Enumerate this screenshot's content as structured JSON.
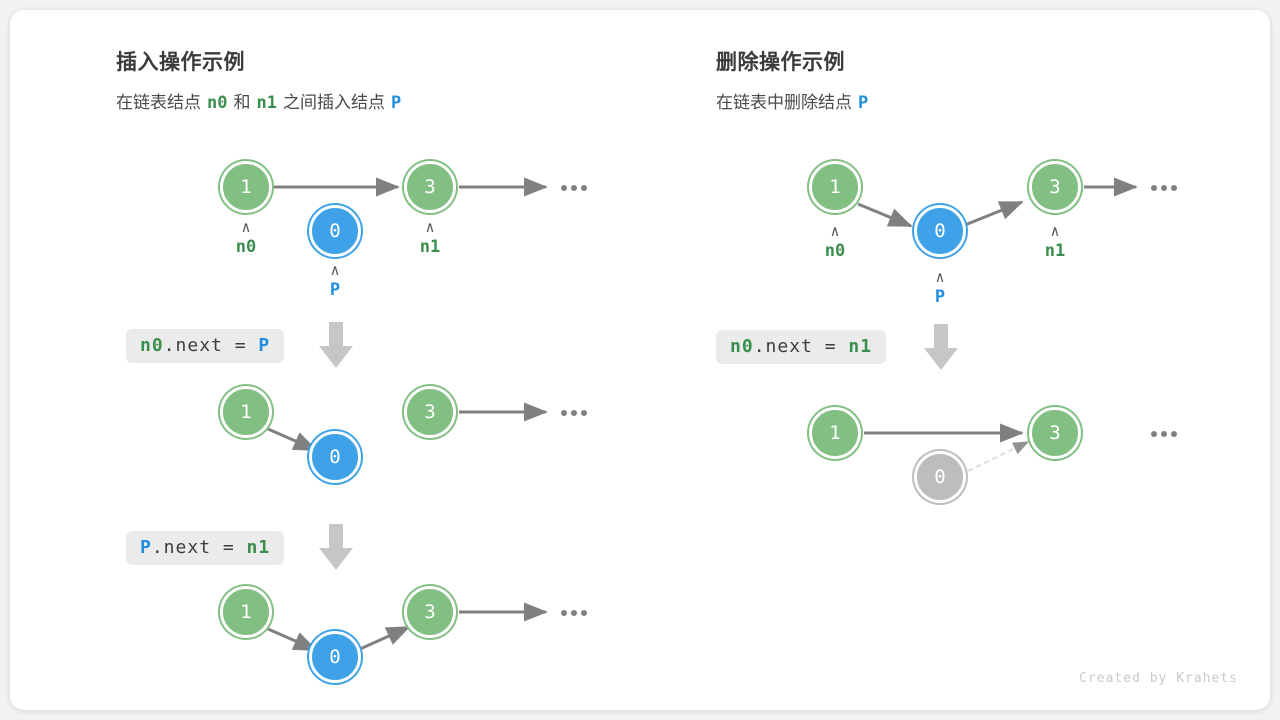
{
  "canvas": {
    "background": "#f2f2f2",
    "card_background": "#ffffff"
  },
  "colors": {
    "green": "#82bf82",
    "green_text": "#3a8f4e",
    "blue": "#3fa2e8",
    "blue_text": "#1f8fdd",
    "gray_node": "#bdbdbd",
    "arrow": "#808080",
    "badge_bg": "#ebebeb",
    "down_arrow": "#c6c6c6"
  },
  "left_panel": {
    "title": "插入操作示例",
    "subtitle_parts": {
      "a": "在链表结点",
      "n0": "n0",
      "b": "和",
      "n1": "n1",
      "c": "之间插入结点",
      "p": "P"
    },
    "steps": [
      {
        "code_parts": {
          "var1": "n0",
          "mid": ".next = ",
          "var2": "P"
        }
      },
      {
        "code_parts": {
          "var1": "P",
          "mid": ".next = ",
          "var2": "n1"
        }
      }
    ],
    "rows": [
      {
        "nodes": [
          {
            "value": "1",
            "style": "green",
            "label": "n0",
            "label_color": "green"
          },
          {
            "value": "0",
            "style": "blue",
            "label": "P",
            "label_color": "blue"
          },
          {
            "value": "3",
            "style": "green",
            "label": "n1",
            "label_color": "green"
          }
        ],
        "ellipsis": "•••"
      },
      {
        "nodes": [
          {
            "value": "1",
            "style": "green"
          },
          {
            "value": "0",
            "style": "blue"
          },
          {
            "value": "3",
            "style": "green"
          }
        ],
        "ellipsis": "•••"
      },
      {
        "nodes": [
          {
            "value": "1",
            "style": "green"
          },
          {
            "value": "0",
            "style": "blue"
          },
          {
            "value": "3",
            "style": "green"
          }
        ],
        "ellipsis": "•••"
      }
    ]
  },
  "right_panel": {
    "title": "删除操作示例",
    "subtitle_parts": {
      "a": "在链表中删除结点",
      "p": "P"
    },
    "steps": [
      {
        "code_parts": {
          "var1": "n0",
          "mid": ".next = ",
          "var2": "n1"
        }
      }
    ],
    "rows": [
      {
        "nodes": [
          {
            "value": "1",
            "style": "green",
            "label": "n0",
            "label_color": "green"
          },
          {
            "value": "0",
            "style": "blue",
            "label": "P",
            "label_color": "blue"
          },
          {
            "value": "3",
            "style": "green",
            "label": "n1",
            "label_color": "green"
          }
        ],
        "ellipsis": "•••"
      },
      {
        "nodes": [
          {
            "value": "1",
            "style": "green"
          },
          {
            "value": "0",
            "style": "gray"
          },
          {
            "value": "3",
            "style": "green"
          }
        ],
        "ellipsis": "•••"
      }
    ]
  },
  "credit": "Created by Krahets"
}
